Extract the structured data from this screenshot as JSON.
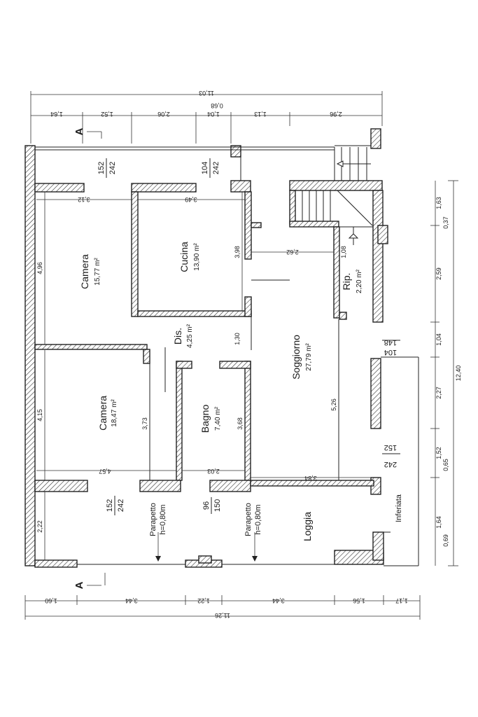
{
  "rooms": {
    "camera_top": {
      "name": "Camera",
      "area": "15,77 m²"
    },
    "camera_bottom": {
      "name": "Camera",
      "area": "18,47 m²"
    },
    "cucina": {
      "name": "Cucina",
      "area": "13,90 m²"
    },
    "dis": {
      "name": "Dis.",
      "area": "4,25 m²"
    },
    "bagno": {
      "name": "Bagno",
      "area": "7,40 m²"
    },
    "soggiorno": {
      "name": "Soggiorno",
      "area": "27,79 m²"
    },
    "rip": {
      "name": "Rip.",
      "area": "2,20 m²"
    },
    "loggia": {
      "name": "Loggia"
    },
    "inferriata": {
      "name": "Inferiata"
    }
  },
  "parapetti": [
    {
      "label": "Parapetto",
      "height": "h=0,80m"
    },
    {
      "label": "Parapetto",
      "height": "h=0,80m"
    }
  ],
  "openings": {
    "camera_top_window": {
      "w": "152",
      "h": "242"
    },
    "cucina_window": {
      "w": "104",
      "h": "242"
    },
    "soggiorno_window_top": {
      "w": "148",
      "h": "104"
    },
    "soggiorno_window_bottom": {
      "w": "152",
      "h": "242"
    },
    "camera_bottom_door": {
      "w": "152",
      "h": "242"
    },
    "bagno_door": {
      "w": "96",
      "h": "150"
    }
  },
  "section_label": "A",
  "dims_top": {
    "total": "11,03",
    "parts": [
      "1,64",
      "1,52",
      "2,06",
      "1,04",
      "1,13",
      "2,96"
    ],
    "small": "0,68"
  },
  "dims_bottom": {
    "total": "11,26",
    "parts": [
      "1,60",
      "3,44",
      "1,22",
      "3,44",
      "1,56",
      "1,17"
    ]
  },
  "dims_right": {
    "total": "12,40",
    "parts": [
      "1,63",
      "2,59",
      "1,04",
      "2,27",
      "1,52",
      "1,64"
    ],
    "small": [
      "0,37",
      "0,65",
      "0,69"
    ]
  },
  "dims_inner": {
    "camera_top_w": "3,12",
    "camera_top_h": "4,96",
    "cucina_w": "3,49",
    "cucina_h": "3,98",
    "rip_w": "2,62",
    "rip_h": "1,08",
    "dis_h": "1,30",
    "camera_bottom_h": "4,15",
    "camera_bottom_w": "4,57",
    "camera_bottom_inner": "3,73",
    "bagno_h": "3,68",
    "bagno_w": "2,03",
    "soggiorno_h": "5,26",
    "soggiorno_w": "3,84",
    "loggia_h": "2,22"
  }
}
